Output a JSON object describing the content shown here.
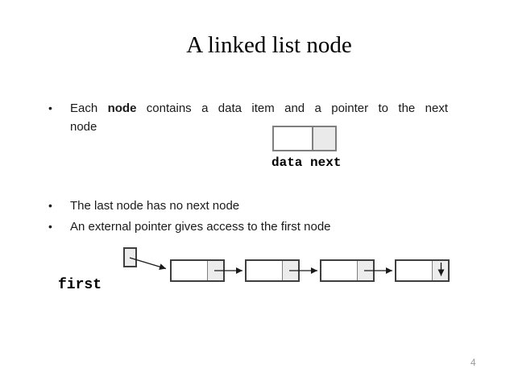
{
  "slide": {
    "title": "A linked list node",
    "page_number": "4"
  },
  "bullets": {
    "marker": "•",
    "b1": {
      "pre": "Each ",
      "bold": "node",
      "rest": " contains a data item and a pointer to the next",
      "line2": "node"
    },
    "b2": "The last node has no next node",
    "b3": "An external pointer gives access to the first node"
  },
  "node_diagram": {
    "label": "data next"
  },
  "list_diagram": {
    "pointer_label": "first",
    "node_count": "4"
  },
  "colors": {
    "text": "#1a1a1a",
    "cell_fill": "#ececec",
    "node_border": "#3f3f3f",
    "top_box_border": "#7f7f7f",
    "page_number": "#999999"
  }
}
